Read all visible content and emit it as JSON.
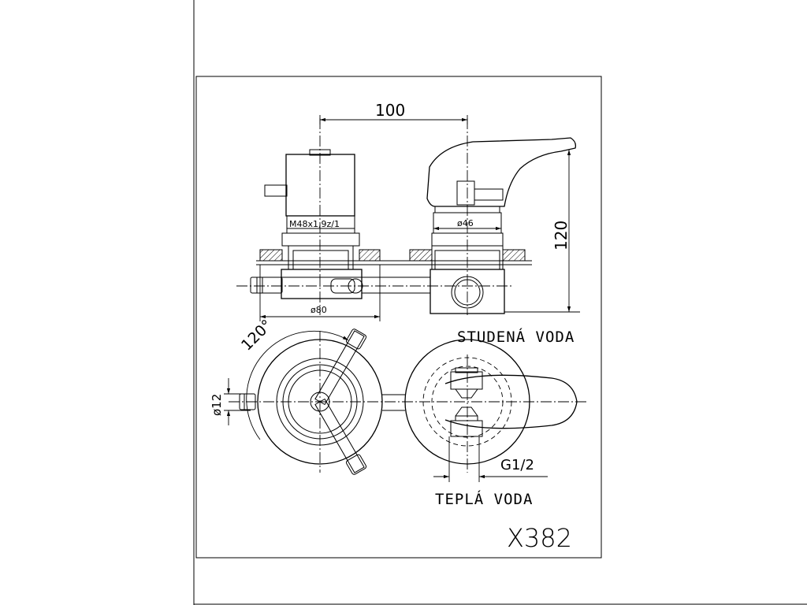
{
  "dimensions": {
    "spacing": "100",
    "height": "120",
    "thread": "M48x1,9z/1",
    "diameter_46": "ø46",
    "diameter_80": "ø80",
    "diameter_12": "ø12",
    "angle": "120°",
    "pipe_thread": "G1/2"
  },
  "labels": {
    "cold_water": "STUDENÁ VODA",
    "hot_water": "TEPLÁ VODA",
    "model": "X382"
  }
}
